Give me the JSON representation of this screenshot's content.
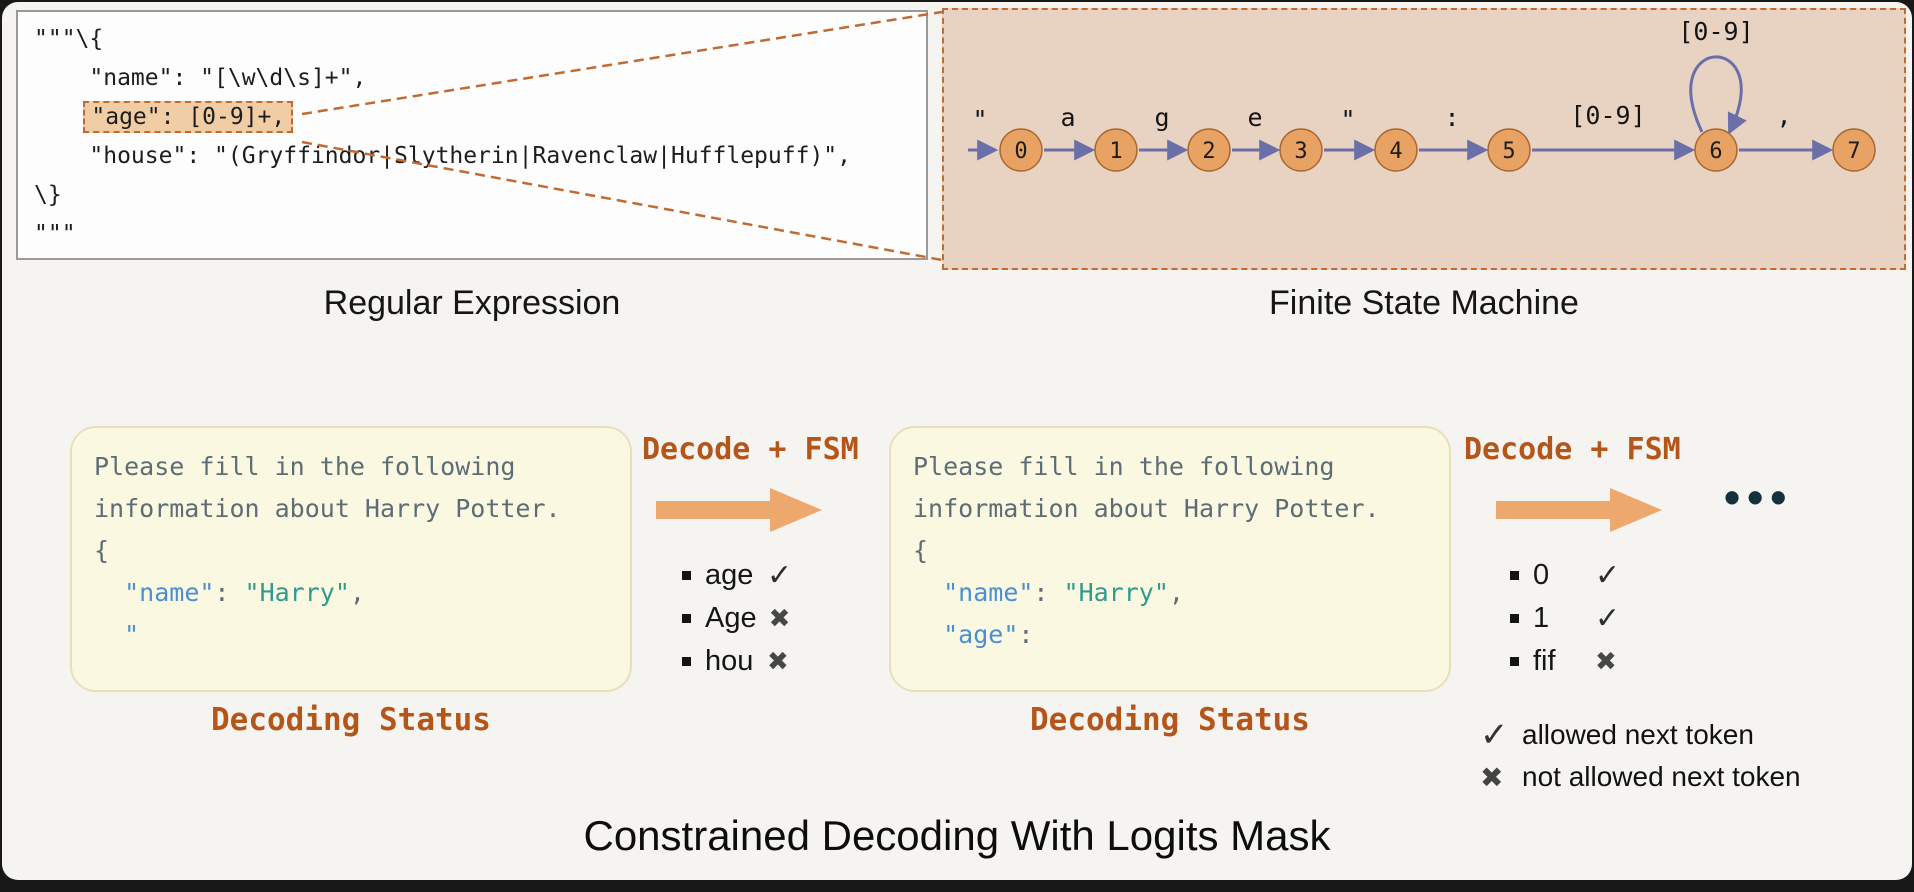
{
  "captions": {
    "regex": "Regular Expression",
    "fsm": "Finite State Machine",
    "title": "Constrained Decoding With Logits Mask"
  },
  "regex_block": {
    "lines": [
      {
        "segments": [
          {
            "t": "\"\"\"\\{",
            "c": "plain"
          }
        ]
      },
      {
        "segments": [
          {
            "t": "    \"name\": \"[\\w\\d\\s]+\",",
            "c": "plain"
          }
        ]
      },
      {
        "segments": [
          {
            "t": "    ",
            "c": "plain"
          },
          {
            "t": "\"age\": [0-9]+,",
            "c": "hl"
          }
        ]
      },
      {
        "segments": [
          {
            "t": "    \"house\": \"(Gryffindor|Slytherin|Ravenclaw|Hufflepuff)\",",
            "c": "plain"
          }
        ]
      },
      {
        "segments": [
          {
            "t": "\\}",
            "c": "plain"
          }
        ]
      },
      {
        "segments": [
          {
            "t": "\"\"\"",
            "c": "plain"
          }
        ]
      }
    ]
  },
  "fsm": {
    "state_labels": [
      "0",
      "1",
      "2",
      "3",
      "4",
      "5",
      "6",
      "7"
    ],
    "transition_labels": [
      "\"",
      "a",
      "g",
      "e",
      "\"",
      ":",
      "[0-9]",
      "[0-9]",
      ","
    ],
    "colors": {
      "panel_bg": "#e8d2c2",
      "panel_border": "#c06b32",
      "state_fill": "#e8a263",
      "state_stroke": "#a8672f",
      "arrow": "#6a6fa8"
    }
  },
  "decode_left": {
    "prompt_lines": [
      {
        "segments": [
          {
            "t": "Please fill in the following",
            "c": "gray"
          }
        ]
      },
      {
        "segments": [
          {
            "t": "information about Harry Potter.",
            "c": "gray"
          }
        ]
      },
      {
        "segments": [
          {
            "t": "{",
            "c": "gray"
          }
        ]
      },
      {
        "segments": [
          {
            "t": "  ",
            "c": "gray"
          },
          {
            "t": "\"name\"",
            "c": "blue"
          },
          {
            "t": ": ",
            "c": "gray"
          },
          {
            "t": "\"Harry\"",
            "c": "teal"
          },
          {
            "t": ",",
            "c": "gray"
          }
        ]
      },
      {
        "segments": [
          {
            "t": "  ",
            "c": "gray"
          },
          {
            "t": "\"",
            "c": "blue"
          }
        ]
      }
    ],
    "caption": "Decoding Status",
    "arrow_label": "Decode + FSM",
    "tokens": [
      {
        "text": "age",
        "allowed": true
      },
      {
        "text": "Age",
        "allowed": false
      },
      {
        "text": "hou",
        "allowed": false
      }
    ]
  },
  "decode_right": {
    "prompt_lines": [
      {
        "segments": [
          {
            "t": "Please fill in the following",
            "c": "gray"
          }
        ]
      },
      {
        "segments": [
          {
            "t": "information about Harry Potter.",
            "c": "gray"
          }
        ]
      },
      {
        "segments": [
          {
            "t": "{",
            "c": "gray"
          }
        ]
      },
      {
        "segments": [
          {
            "t": "  ",
            "c": "gray"
          },
          {
            "t": "\"name\"",
            "c": "blue"
          },
          {
            "t": ": ",
            "c": "gray"
          },
          {
            "t": "\"Harry\"",
            "c": "teal"
          },
          {
            "t": ",",
            "c": "gray"
          }
        ]
      },
      {
        "segments": [
          {
            "t": "  ",
            "c": "gray"
          },
          {
            "t": "\"age\"",
            "c": "blue"
          },
          {
            "t": ":",
            "c": "gray"
          }
        ]
      }
    ],
    "caption": "Decoding Status",
    "arrow_label": "Decode + FSM",
    "tokens": [
      {
        "text": "0",
        "allowed": true
      },
      {
        "text": "1",
        "allowed": true
      },
      {
        "text": "fif",
        "allowed": false
      }
    ],
    "ellipsis": "•••"
  },
  "marks": {
    "allowed": "✓",
    "denied": "✖"
  },
  "legend": {
    "allowed_text": "allowed next token",
    "denied_text": "not allowed next token"
  }
}
